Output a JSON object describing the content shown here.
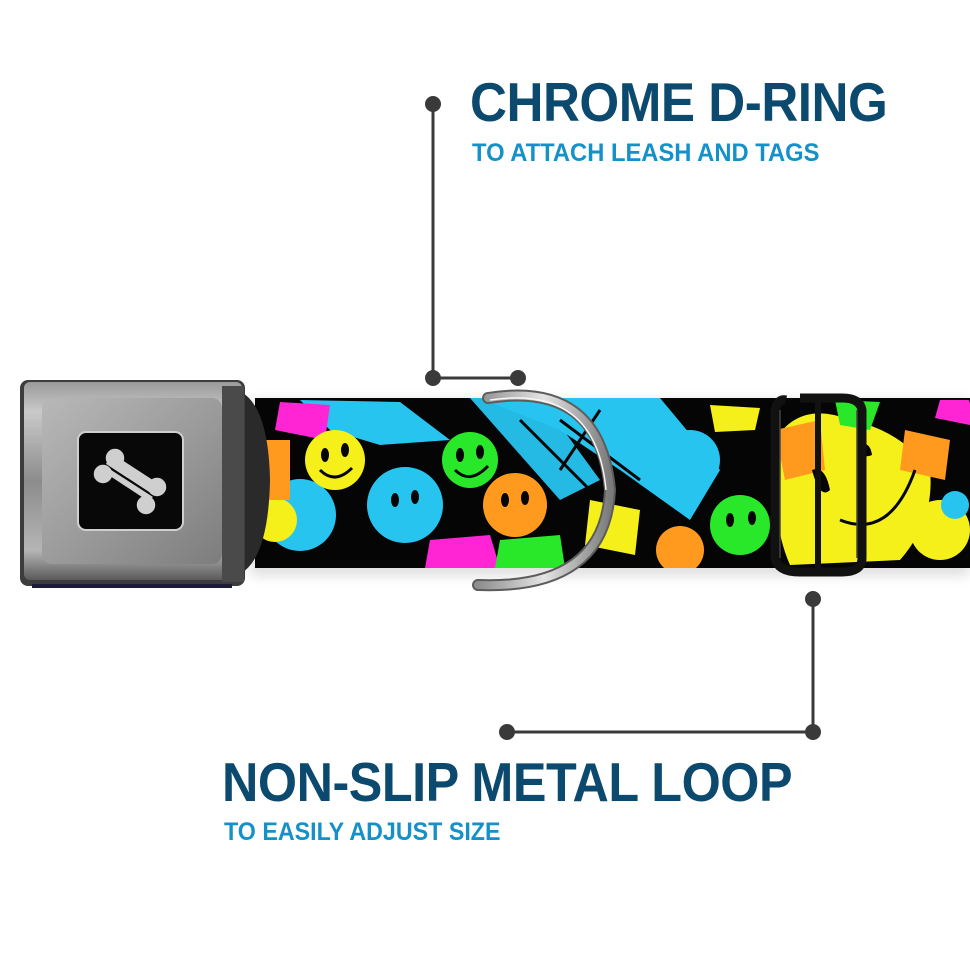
{
  "callouts": [
    {
      "id": "d-ring",
      "title": "CHROME D-RING",
      "subtitle": "TO ATTACH LEASH AND TAGS"
    },
    {
      "id": "metal-loop",
      "title": "NON-SLIP METAL LOOP",
      "subtitle": "TO EASILY ADJUST SIZE"
    }
  ],
  "product": {
    "buckle_icon": "bone-icon",
    "pattern": "melting-smiley-faces",
    "pattern_colors": [
      "#000000",
      "#27c4f0",
      "#f5f01a",
      "#29e82a",
      "#ff9a1f",
      "#ff25d4"
    ]
  },
  "colors": {
    "title": "#0b4a6e",
    "subtitle": "#1591c9",
    "callout_line": "#3a3a3a",
    "background": "#ffffff"
  }
}
